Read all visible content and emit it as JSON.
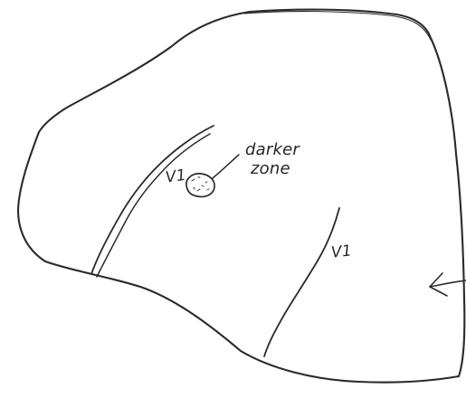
{
  "labels": {
    "vein_upper": "V1",
    "vein_lower": "V1",
    "annotation_line1": "darker",
    "annotation_line2": "zone"
  }
}
